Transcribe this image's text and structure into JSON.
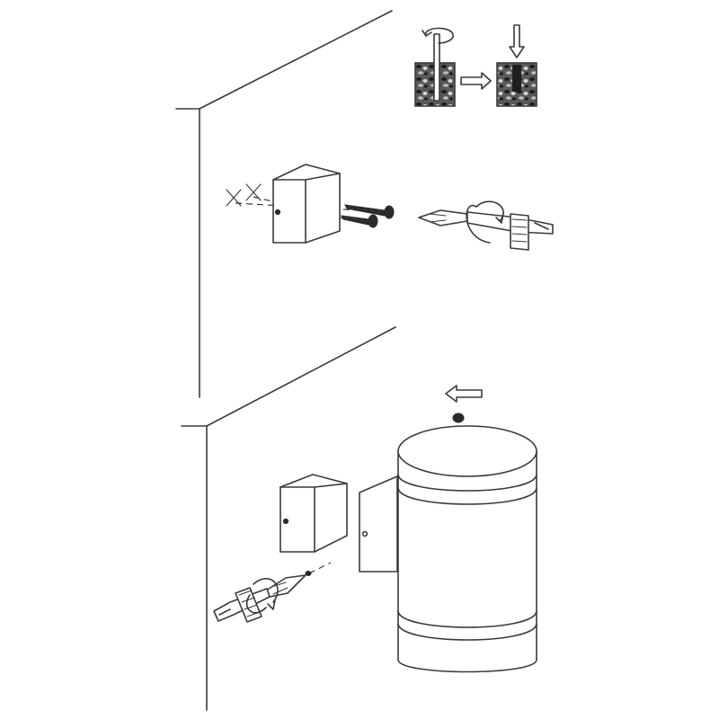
{
  "diagram": {
    "type": "installation-instructions",
    "steps": [
      {
        "name": "drill-and-plug"
      },
      {
        "name": "mount-bracket"
      },
      {
        "name": "attach-lamp"
      }
    ],
    "colors": {
      "line": "#3a3a3a",
      "fill": "#ffffff",
      "dark": "#2b2b2b"
    }
  }
}
